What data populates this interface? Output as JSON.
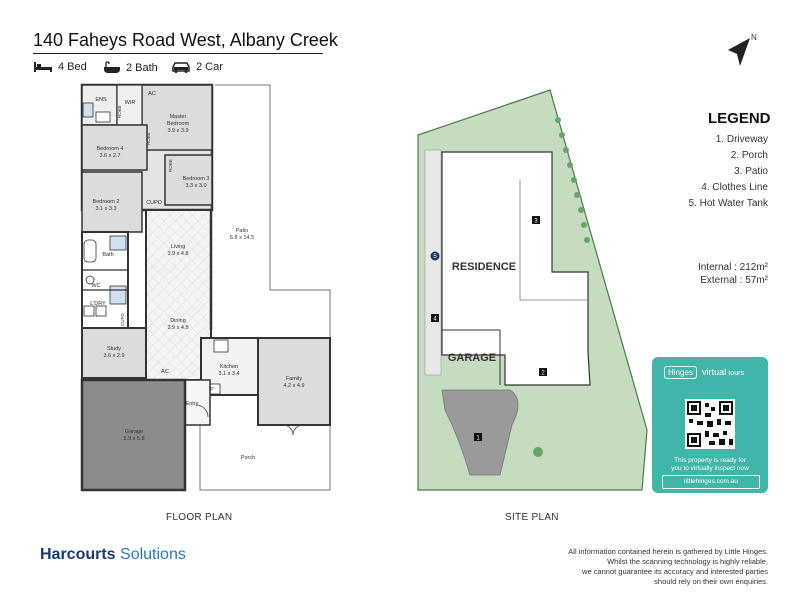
{
  "address": "140 Faheys Road West, Albany Creek",
  "features": {
    "bed": "4 Bed",
    "bath": "2 Bath",
    "car": "2 Car"
  },
  "floor_plan": {
    "caption": "FLOOR PLAN",
    "rooms": {
      "ens": "ENS",
      "wir": "WIR",
      "ac_top": "AC",
      "master_name": "Master",
      "master_name2": "Bedroom",
      "master_dim": "3.9 x 3.9",
      "robe1": "ROBE",
      "bed4_name": "Bedroom 4",
      "bed4_dim": "3.6 x 2.7",
      "robe2": "ROBE",
      "bed3_name": "Bedroom 3",
      "bed3_dim": "3.3 x 3.0",
      "robe3": "ROBE",
      "bed2_name": "Bedroom 2",
      "bed2_dim": "3.1 x 3.3",
      "cupd1": "CUPD",
      "patio_name": "Patio",
      "patio_dim": "6.8 x 14.5",
      "living_name": "Living",
      "living_dim": "3.9 x 4.8",
      "bath": "Bath",
      "wc": "WC",
      "ldry": "L'DRY",
      "cupd2": "CUPD",
      "dining_name": "Dining",
      "dining_dim": "3.9 x 4.8",
      "study_name": "Study",
      "study_dim": "3.6 x 2.9",
      "kitchen_name": "Kitchen",
      "kitchen_dim": "3.1 x 3.4",
      "family_name": "Family",
      "family_dim": "4.2 x 4.9",
      "ac_mid": "AC",
      "pantry": "P",
      "entry": "Entry",
      "garage_name": "Garage",
      "garage_dim": "5.9 x 5.8",
      "porch": "Porch"
    }
  },
  "site_plan": {
    "caption": "SITE PLAN",
    "residence": "RESIDENCE",
    "garage": "GARAGE",
    "markers": [
      "1",
      "2",
      "3",
      "4",
      "5"
    ]
  },
  "compass": {
    "label": "N"
  },
  "legend": {
    "title": "LEGEND",
    "items": [
      "1. Driveway",
      "2. Porch",
      "3. Patio",
      "4. Clothes Line",
      "5. Hot Water Tank"
    ]
  },
  "areas": {
    "internal_label": "Internal",
    "internal_value": ": 212m²",
    "external_label": "External",
    "external_value": ":  57m²"
  },
  "virtual_tour": {
    "brand_left": "Hinges",
    "brand_right1": "virtual",
    "brand_right2": "tours",
    "line1": "This property is ready for",
    "line2": "you to virtually inspect now",
    "url": "littlehinges.com.au"
  },
  "agency": {
    "name_bold": "Harcourts",
    "name_light": "Solutions"
  },
  "disclaimer": [
    "All information contained herein is gathered by Little Hinges.",
    "Whilst the scanning technology is highly reliable,",
    "we cannot guarantee its accuracy and interested parties",
    "should rely on their own enquiries."
  ],
  "colors": {
    "lawn": "#c6dcc0",
    "driveway": "#9a9a9a",
    "room_fill": "#dcdcdc",
    "garage_fill": "#8c8c8c",
    "wall": "#333333",
    "vt_card": "#3fb6a8",
    "brand_dark": "#1a3a6e",
    "brand_light": "#2b78b8"
  }
}
